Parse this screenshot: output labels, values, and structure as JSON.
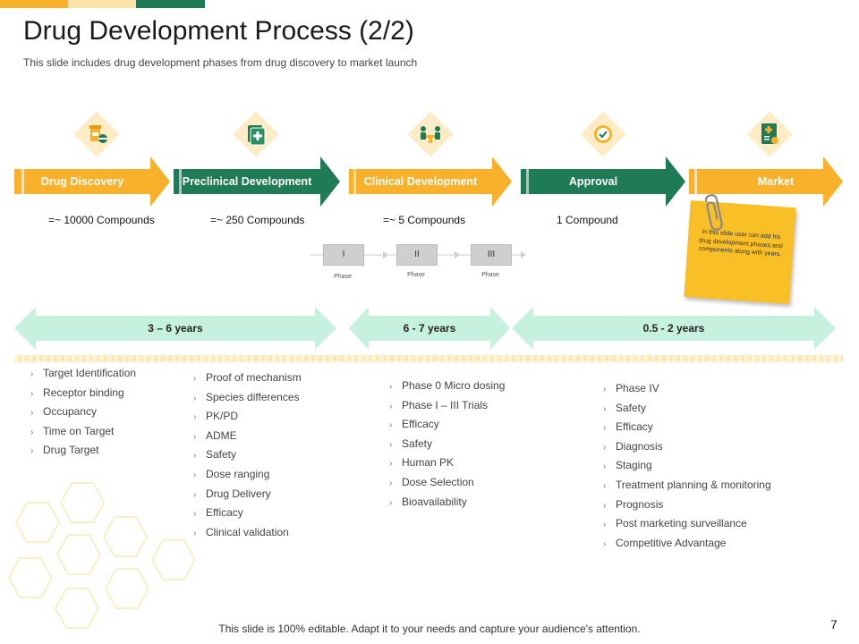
{
  "slide": {
    "title": "Drug Development  Process (2/2)",
    "subtitle": "This slide includes drug development  phases from drug discovery to market launch",
    "footer": "This slide is 100% editable. Adapt it to your needs and capture your audience's attention.",
    "page_number": "7"
  },
  "colors": {
    "orange": "#f9b12b",
    "green": "#1f7a56",
    "mint": "#c7f1df",
    "icon_diamond": "#fdecc5"
  },
  "stages": [
    {
      "label": "Drug Discovery",
      "compounds": "=~ 10000 Compounds",
      "color": "orange",
      "icon": "pill-bottle-icon"
    },
    {
      "label": "Preclinical Development",
      "compounds": "=~ 250 Compounds",
      "color": "green",
      "icon": "medical-folder-icon"
    },
    {
      "label": "Clinical Development",
      "compounds": "=~ 5 Compounds",
      "color": "orange",
      "icon": "doctor-meeting-icon"
    },
    {
      "label": "Approval",
      "compounds": "1 Compound",
      "color": "green",
      "icon": "check-badge-icon"
    },
    {
      "label": "Market",
      "compounds": "",
      "color": "orange",
      "icon": "prescription-icon"
    }
  ],
  "phases": [
    {
      "numeral": "I",
      "label": "Phase"
    },
    {
      "numeral": "II",
      "label": "Phase"
    },
    {
      "numeral": "III",
      "label": "Phase"
    }
  ],
  "note": {
    "text": "In this slide user can add his drug development phases and components along with years."
  },
  "durations": [
    {
      "label": "3 – 6 years"
    },
    {
      "label": "6 - 7 years"
    },
    {
      "label": "0.5 - 2 years"
    }
  ],
  "lists": [
    {
      "items": [
        "Target Identification",
        "Receptor binding",
        "Occupancy",
        "Time on Target",
        "Drug Target"
      ]
    },
    {
      "items": [
        "Proof of mechanism",
        "Species differences",
        "PK/PD",
        "ADME",
        "Safety",
        "Dose ranging",
        "Drug Delivery",
        "Efficacy",
        "Clinical validation"
      ]
    },
    {
      "items": [
        "Phase 0 Micro dosing",
        "Phase I – III Trials",
        "Efficacy",
        "Safety",
        "Human PK",
        "Dose Selection",
        "Bioavailability"
      ]
    },
    {
      "items": [
        "Phase IV",
        "Safety",
        "Efficacy",
        "Diagnosis",
        "Staging",
        "Treatment planning & monitoring",
        "Prognosis",
        "Post marketing surveillance",
        "Competitive Advantage"
      ]
    }
  ]
}
